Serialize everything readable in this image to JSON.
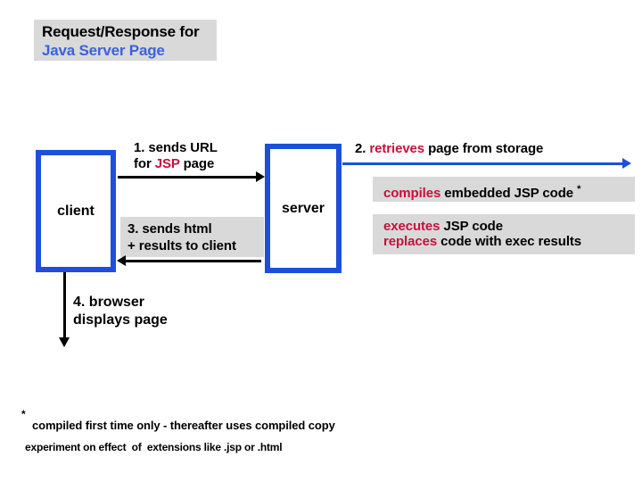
{
  "colors": {
    "box_blue": "#1C50DC",
    "title_blue": "#3B62D9",
    "accent_red": "#C8103C",
    "box_gray": "#D9D9D9",
    "text_black": "#000000"
  },
  "title": {
    "line1": "Request/Response for",
    "line2": "Java Server Page"
  },
  "diagram": {
    "client_label": "client",
    "server_label": "server",
    "step1": {
      "line1": "1. sends URL",
      "line2_pre": "for ",
      "line2_red": "JSP",
      "line2_post": " page"
    },
    "step2": {
      "pre": "2. ",
      "red": "retrieves",
      "post": " page from storage"
    },
    "compiles": {
      "red": "compiles",
      "post": " embedded JSP code ",
      "sup": "*"
    },
    "step3": {
      "line1": "3. sends html",
      "line2": "+ results to client"
    },
    "executes": {
      "line1_red": "executes",
      "line1_post": " JSP code",
      "line2_red": "replaces",
      "line2_post": " code with exec results"
    },
    "step4": {
      "line1": "4. browser",
      "line2": "displays page"
    }
  },
  "footnotes": {
    "marker": "*",
    "line1": "compiled first time only - thereafter uses compiled copy",
    "line2": "experiment on effect  of  extensions like .jsp or .html"
  }
}
